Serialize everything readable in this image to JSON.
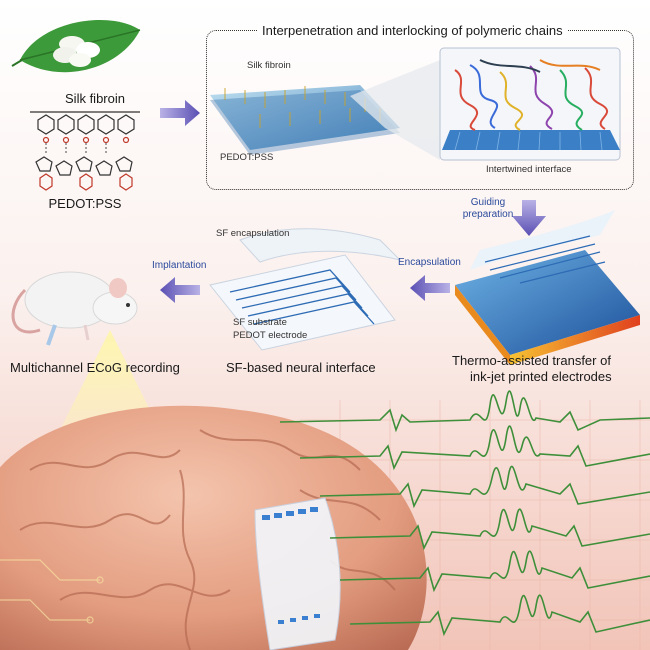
{
  "top_panel": {
    "title": "Interpenetration and interlocking of polymeric chains",
    "silk_fibroin": "Silk fibroin",
    "pedot_pss": "PEDOT:PSS",
    "intertwined": "Intertwined interface"
  },
  "left_materials": {
    "silk": "Silk fibroin",
    "pedot": "PEDOT:PSS"
  },
  "steps": {
    "guiding": [
      "Guiding",
      "preparation"
    ],
    "encapsulation": "Encapsulation",
    "implantation": "Implantation"
  },
  "device_labels": {
    "sf_encapsulation": "SF encapsulation",
    "sf_substrate": "SF substrate",
    "pedot_electrode": "PEDOT electrode"
  },
  "captions": {
    "ecog": "Multichannel ECoG recording",
    "neural": "SF-based neural interface",
    "thermo": [
      "Thermo-assisted transfer of",
      "ink-jet printed electrodes"
    ]
  },
  "colors": {
    "accent_arrow": "#7c6fc7",
    "label_blue": "#2b4a9c",
    "signal_green": "#3e8f3a",
    "brain": "#e8a98a"
  }
}
